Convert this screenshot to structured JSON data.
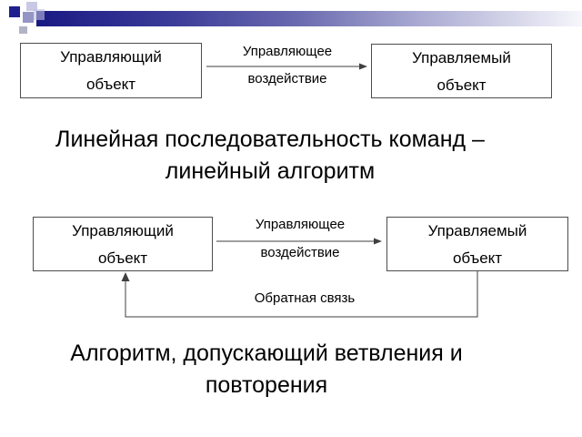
{
  "colors": {
    "background": "#ffffff",
    "text_color": "#000000",
    "bar_start": "#191983",
    "bar_mid": "#6a6ab0",
    "bar_end": "#f6f6fb",
    "square_navy": "#1f1f8f",
    "square_light": "#c9c9e6",
    "square_medium": "#9595c5",
    "square_pale": "rgba(190,190,225,0.6)",
    "square_gray": "#b3b3c6",
    "box_border": "#4d4d4d",
    "line_color": "#3f3f3f"
  },
  "diagram_top": {
    "left_box": {
      "line1": "Управляющий",
      "line2": "объект"
    },
    "arrow_label_line1": "Управляющее",
    "arrow_label_line2": "воздействие",
    "right_box": {
      "line1": "Управляемый",
      "line2": "объект"
    }
  },
  "heading_linear": {
    "line1": "Линейная последовательность команд –",
    "line2": "линейный алгоритм"
  },
  "diagram_feedback": {
    "left_box": {
      "line1": "Управляющий",
      "line2": "объект"
    },
    "arrow_label_line1": "Управляющее",
    "arrow_label_line2": "воздействие",
    "right_box": {
      "line1": "Управляемый",
      "line2": "объект"
    },
    "feedback_label": "Обратная связь"
  },
  "heading_branching": {
    "line1": "Алгоритм, допускающий ветвления и",
    "line2": "повторения"
  }
}
